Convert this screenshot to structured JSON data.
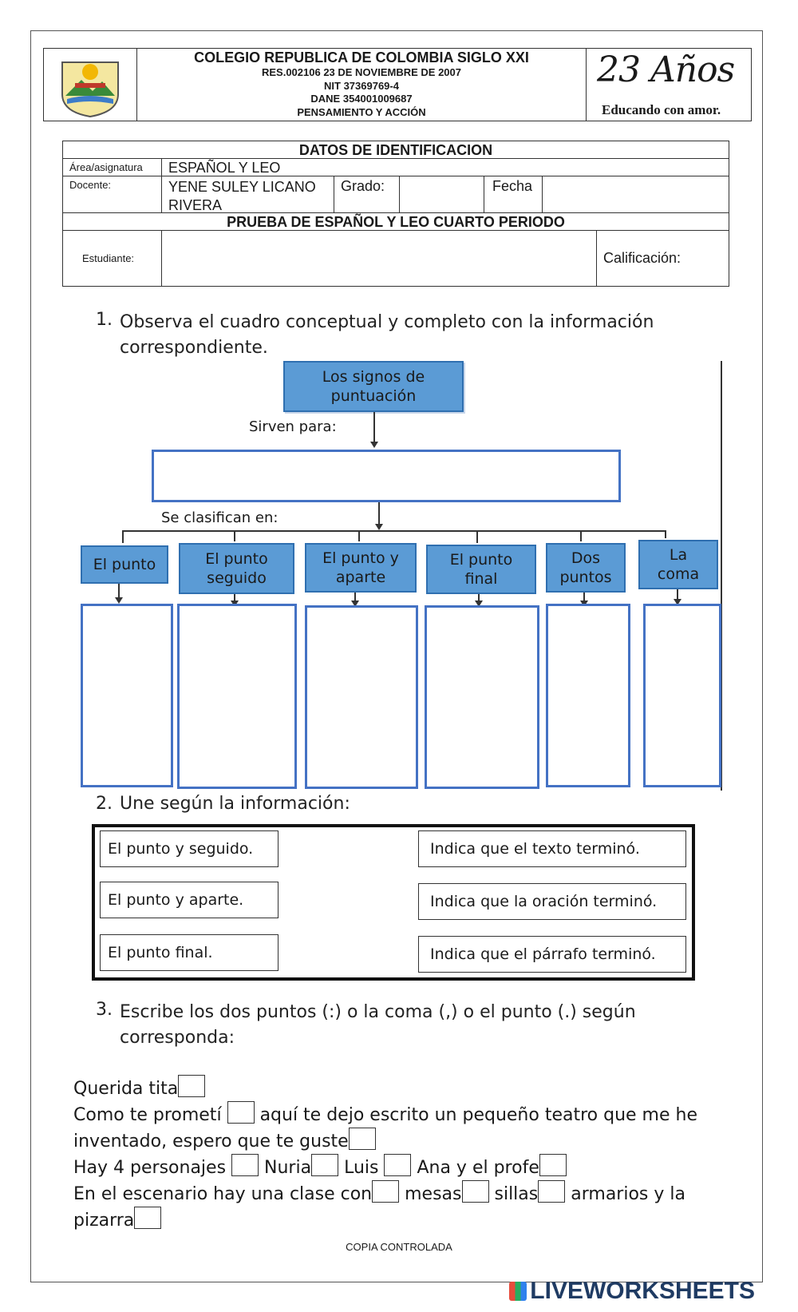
{
  "header": {
    "school": "COLEGIO REPUBLICA DE COLOMBIA SIGLO XXI",
    "res": "RES.002106 23 DE NOVIEMBRE DE 2007",
    "nit": "NIT 37369769-4",
    "dane": "DANE 354001009687",
    "motto": "PENSAMIENTO Y ACCIÓN",
    "anniversary": "23 Años",
    "slogan": "Educando con amor."
  },
  "identification": {
    "title": "DATOS DE IDENTIFICACION",
    "area_label": "Área/asignatura",
    "area_value": "ESPAÑOL Y LEO",
    "teacher_label": "Docente:",
    "teacher_value": "YENE SULEY LICANO RIVERA",
    "grade_label": "Grado:",
    "date_label": "Fecha",
    "test_title": "PRUEBA DE ESPAÑOL Y LEO CUARTO PERIODO",
    "student_label": "Estudiante:",
    "grade_score_label": "Calificación:"
  },
  "question1": {
    "number": "1.",
    "text": "Observa el cuadro conceptual y completo con la información correspondiente.",
    "root": "Los signos de puntuación",
    "serve_label": "Sirven para:",
    "classify_label": "Se clasifican en:",
    "categories": [
      "El punto",
      "El punto seguido",
      "El punto y aparte",
      "El punto final",
      "Dos puntos",
      "La coma"
    ]
  },
  "question2": {
    "number": "2.",
    "text": "Une según la información:",
    "left": [
      "El punto y seguido.",
      "El punto y aparte.",
      "El punto final."
    ],
    "right": [
      "Indica que el texto terminó.",
      "Indica que la oración terminó.",
      "Indica que el párrafo terminó."
    ]
  },
  "question3": {
    "number": "3.",
    "text": "Escribe los dos puntos (:) o la coma (,) o el punto (.) según corresponda:",
    "l1a": "Querida tita",
    "l2a": "Como te prometí",
    "l2b": "aquí te dejo escrito un pequeño teatro que me he",
    "l3a": "inventado, espero que te guste",
    "l4a": "Hay 4 personajes",
    "l4b": "Nuria",
    "l4c": "Luis",
    "l4d": "Ana y el profe",
    "l5a": "En el escenario hay una clase con",
    "l5b": "mesas",
    "l5c": "sillas",
    "l5d": "armarios y la",
    "l6a": "pizarra"
  },
  "footer": {
    "controlled_copy": "COPIA CONTROLADA",
    "brand": "LIVEWORKSHEETS"
  }
}
